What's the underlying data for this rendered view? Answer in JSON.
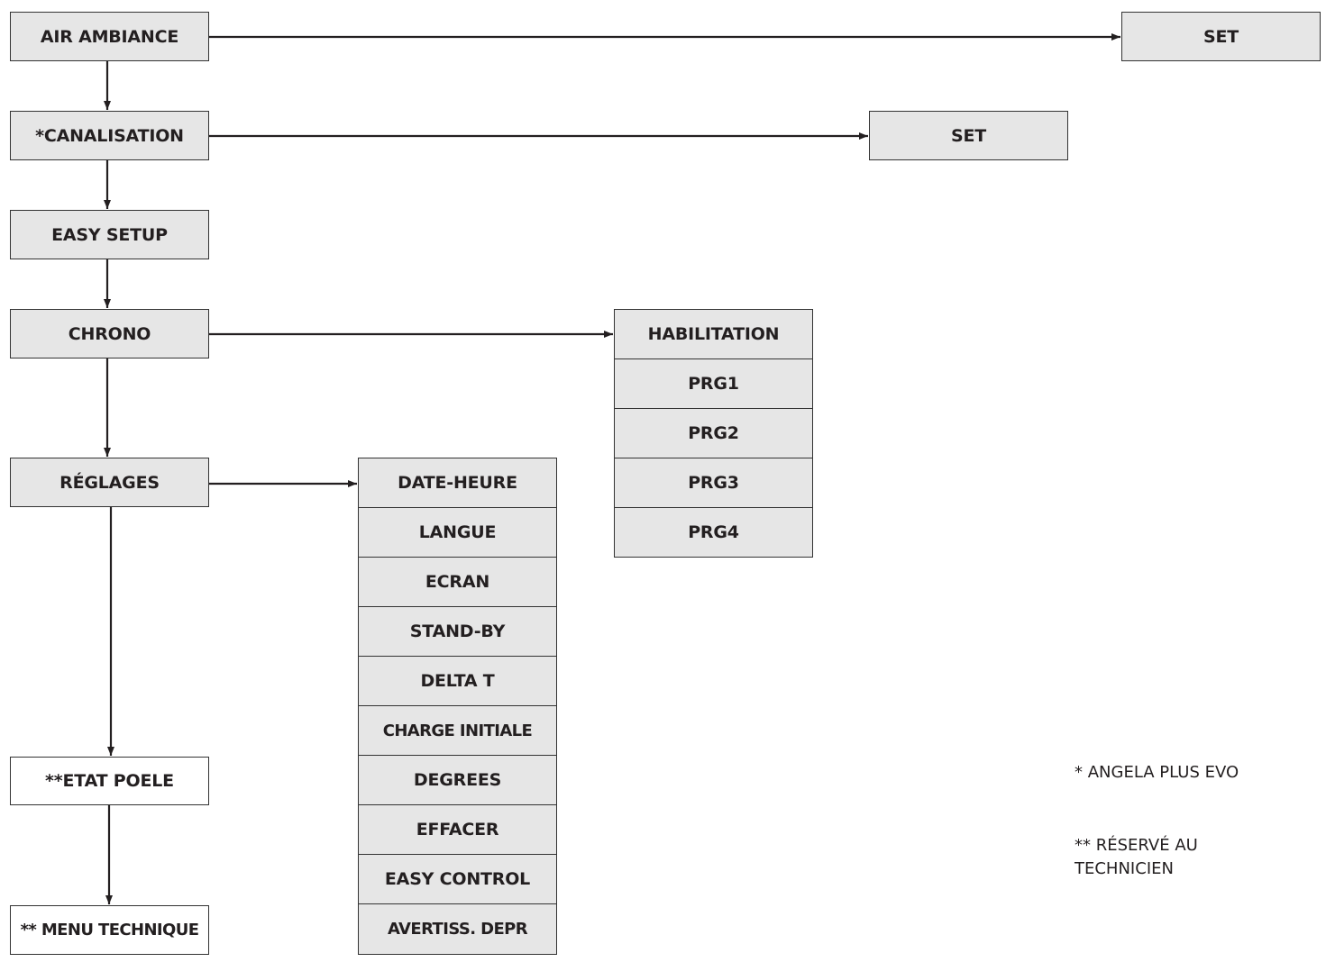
{
  "main_menu": {
    "air_ambiance": "AIR AMBIANCE",
    "canalisation": "*CANALISATION",
    "easy_setup": "EASY SETUP",
    "chrono": "CHRONO",
    "reglages": "RÉGLAGES",
    "etat_poele": "**ETAT POELE",
    "menu_technique": "** MENU TECHNIQUE"
  },
  "air_ambiance_sub": {
    "set": "SET"
  },
  "canalisation_sub": {
    "set": "SET"
  },
  "chrono_sub": [
    "HABILITATION",
    "PRG1",
    "PRG2",
    "PRG3",
    "PRG4"
  ],
  "reglages_sub": [
    "DATE-HEURE",
    "LANGUE",
    "ECRAN",
    "STAND-BY",
    "DELTA T",
    "CHARGE INITIALE",
    "DEGREES",
    "EFFACER",
    "EASY CONTROL",
    "AVERTISS. DEPR"
  ],
  "notes": {
    "note1": "* ANGELA PLUS EVO",
    "note2_line1": "** RÉSERVÉ AU",
    "note2_line2": "TECHNICIEN"
  },
  "colors": {
    "box_fill": "#e6e6e6",
    "border": "#333333",
    "text": "#231f20",
    "arrow": "#231f20"
  }
}
